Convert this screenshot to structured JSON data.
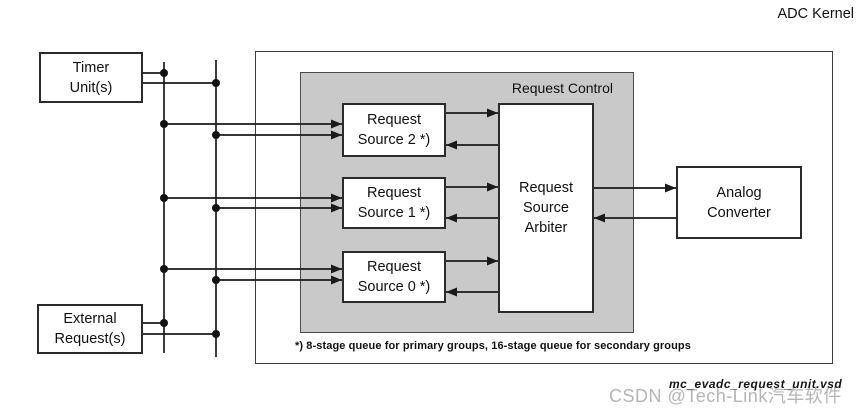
{
  "diagram": {
    "kernel_title": "ADC Kernel",
    "blocks": {
      "timer": {
        "line1": "Timer",
        "line2": "Unit(s)"
      },
      "external": {
        "line1": "External",
        "line2": "Request(s)"
      },
      "request_control": {
        "label": "Request Control"
      },
      "request_source_2": {
        "line1": "Request",
        "line2": "Source 2 *)"
      },
      "request_source_1": {
        "line1": "Request",
        "line2": "Source 1 *)"
      },
      "request_source_0": {
        "line1": "Request",
        "line2": "Source 0 *)"
      },
      "arbiter": {
        "line1": "Request",
        "line2": "Source",
        "line3": "Arbiter"
      },
      "analog_converter": {
        "line1": "Analog",
        "line2": "Converter"
      }
    },
    "footnote": "*) 8-stage queue for primary groups, 16-stage queue for secondary groups",
    "filename": "mc_evadc_request_unit.vsd"
  },
  "watermark": {
    "text": "CSDN @Tech-Link汽车软件",
    "color": "#b5b5b5"
  },
  "colors": {
    "background": "#ffffff",
    "box_fill": "#ffffff",
    "box_border": "#2b2b2b",
    "request_control_fill": "#c9c9c9",
    "wire": "#1a1a1a",
    "watermark_gray": "#b5b5b5"
  }
}
